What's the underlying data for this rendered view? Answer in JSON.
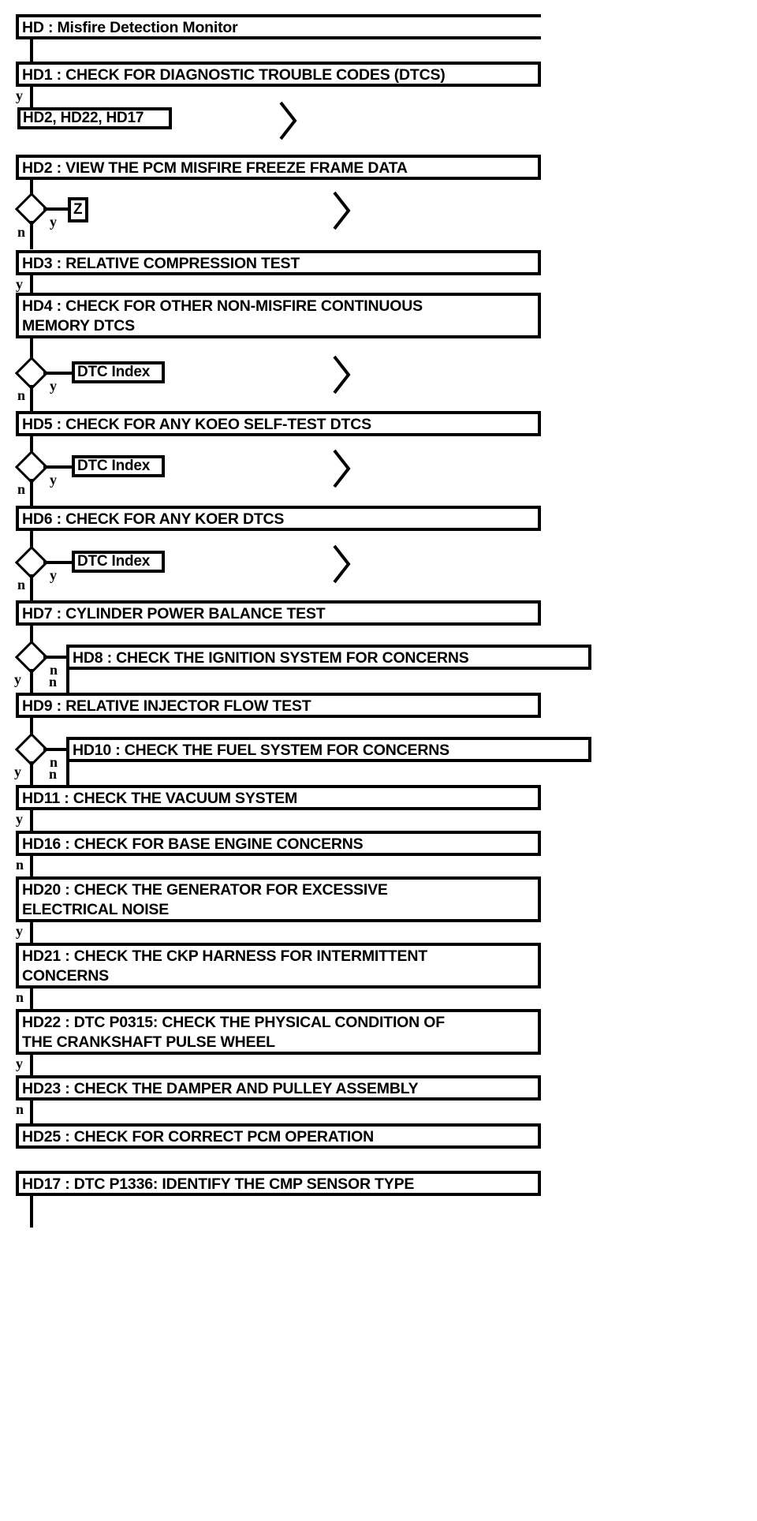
{
  "diagram": {
    "title": "HD : Misfire Detection Monitor",
    "type": "flowchart",
    "colors": {
      "line": "#000000",
      "fill": "#ffffff",
      "text": "#000000"
    },
    "title_box": {
      "id": "HD",
      "label": "HD : Misfire Detection Monitor"
    },
    "steps": [
      {
        "id": "HD1",
        "label": "HD1 : CHECK FOR DIAGNOSTIC TROUBLE CODES (DTCS)"
      },
      {
        "id": "HD2",
        "label": "HD2 : VIEW THE PCM MISFIRE FREEZE FRAME DATA"
      },
      {
        "id": "HD3",
        "label": "HD3 : RELATIVE COMPRESSION TEST"
      },
      {
        "id": "HD4",
        "label": "HD4 : CHECK FOR OTHER NON-MISFIRE CONTINUOUS\nMEMORY DTCS"
      },
      {
        "id": "HD5",
        "label": "HD5 : CHECK FOR ANY KOEO SELF-TEST DTCS"
      },
      {
        "id": "HD6",
        "label": "HD6 : CHECK FOR ANY KOER DTCS"
      },
      {
        "id": "HD7",
        "label": "HD7 : CYLINDER POWER BALANCE TEST"
      },
      {
        "id": "HD8",
        "label": "HD8 : CHECK THE IGNITION SYSTEM FOR CONCERNS"
      },
      {
        "id": "HD9",
        "label": "HD9 : RELATIVE INJECTOR FLOW TEST"
      },
      {
        "id": "HD10",
        "label": "HD10 : CHECK THE FUEL SYSTEM FOR CONCERNS"
      },
      {
        "id": "HD11",
        "label": "HD11 : CHECK THE VACUUM SYSTEM"
      },
      {
        "id": "HD16",
        "label": "HD16 : CHECK FOR BASE ENGINE CONCERNS"
      },
      {
        "id": "HD20",
        "label": "HD20 : CHECK THE GENERATOR FOR EXCESSIVE\nELECTRICAL NOISE"
      },
      {
        "id": "HD21",
        "label": "HD21 : CHECK THE CKP HARNESS FOR INTERMITTENT\nCONCERNS"
      },
      {
        "id": "HD22",
        "label": "HD22 : DTC P0315: CHECK THE PHYSICAL CONDITION OF\nTHE CRANKSHAFT PULSE WHEEL"
      },
      {
        "id": "HD23",
        "label": "HD23 : CHECK THE DAMPER AND PULLEY ASSEMBLY"
      },
      {
        "id": "HD25",
        "label": "HD25 : CHECK FOR CORRECT PCM OPERATION"
      },
      {
        "id": "HD17",
        "label": "HD17 : DTC P1336: IDENTIFY THE CMP SENSOR TYPE"
      }
    ],
    "refs": [
      {
        "id": "ref-hd2-hd22-hd17",
        "label": "HD2, HD22, HD17"
      },
      {
        "id": "ref-z",
        "label": "Z"
      },
      {
        "id": "ref-dtc-index-1",
        "label": "DTC Index"
      },
      {
        "id": "ref-dtc-index-2",
        "label": "DTC Index"
      },
      {
        "id": "ref-dtc-index-3",
        "label": "DTC Index"
      }
    ],
    "branch_labels": {
      "hd1_y": "y",
      "hd2_n": "n",
      "hd2_y": "y",
      "hd3_y": "y",
      "hd4_n": "n",
      "hd4_y": "y",
      "hd5_n": "n",
      "hd5_y": "y",
      "hd6_n": "n",
      "hd6_y": "y",
      "hd7_y": "y",
      "hd7_n": "n",
      "hd8_n": "n",
      "hd9_y": "y",
      "hd9_n": "n",
      "hd10_n": "n",
      "hd11_y": "y",
      "hd16_n": "n",
      "hd20_y": "y",
      "hd21_n": "n",
      "hd22_y": "y",
      "hd23_n": "n"
    },
    "connectors": [
      {
        "id": "chevron-1",
        "name": "offpage-chevron"
      },
      {
        "id": "chevron-2",
        "name": "offpage-chevron"
      },
      {
        "id": "chevron-3",
        "name": "offpage-chevron"
      },
      {
        "id": "chevron-4",
        "name": "offpage-chevron"
      },
      {
        "id": "chevron-5",
        "name": "offpage-chevron"
      }
    ]
  }
}
